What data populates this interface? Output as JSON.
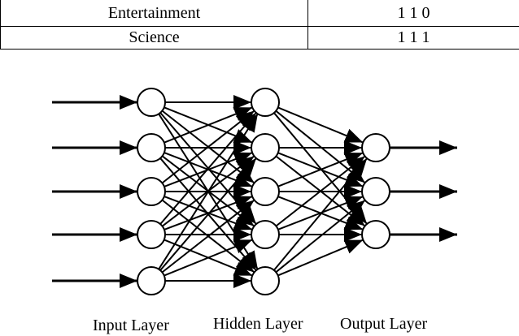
{
  "table": {
    "rows": [
      {
        "category": "Entertainment",
        "code": "1 1 0"
      },
      {
        "category": "Science",
        "code": "1 1 1"
      }
    ]
  },
  "network": {
    "layers": [
      {
        "name": "Input Layer",
        "nodes": 5
      },
      {
        "name": "Hidden Layer",
        "nodes": 5
      },
      {
        "name": "Output Layer",
        "nodes": 3
      }
    ],
    "connectivity": "fully-connected",
    "input_arrows": 5,
    "output_arrows": 3,
    "stroke_color": "#000000",
    "node_fill": "#ffffff"
  }
}
